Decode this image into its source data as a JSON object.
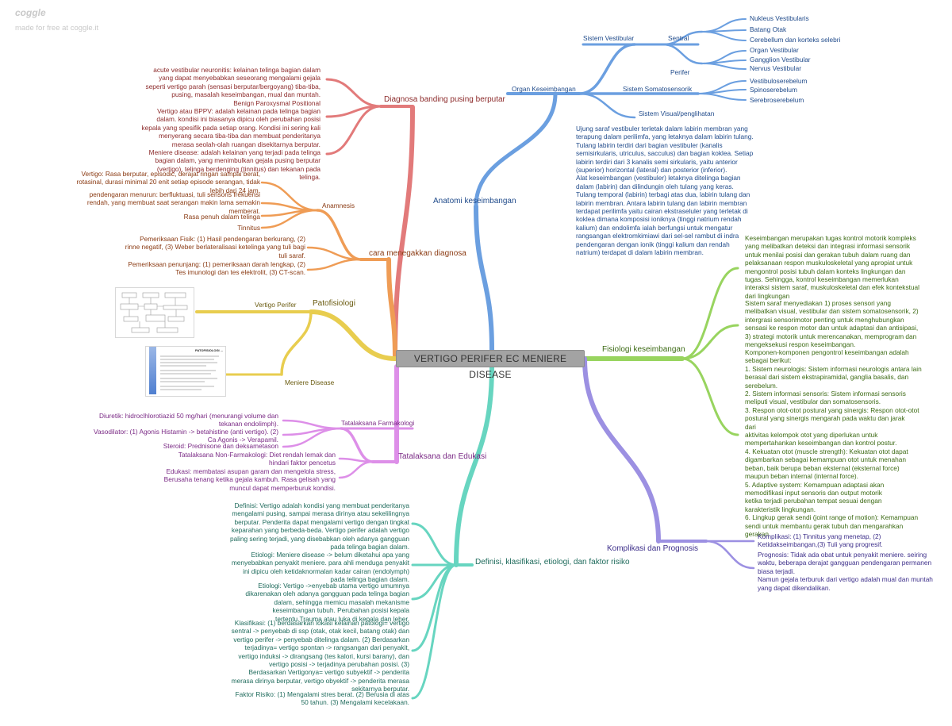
{
  "brand": {
    "name": "coggle",
    "tagline": "made for free at coggle.it"
  },
  "colors": {
    "red": "#e27a7a",
    "orange": "#ef9c55",
    "yellow": "#e8cd4f",
    "pink": "#dd8fe8",
    "teal": "#67d5c0",
    "blue": "#6b9fe0",
    "green": "#98d45f",
    "purple": "#9c90e2",
    "red_text": "#8c2a2a",
    "orange_text": "#8a3a12",
    "yellow_text": "#6a5b10",
    "pink_text": "#7a2a85",
    "teal_text": "#1f6b5c",
    "blue_text": "#1f4a8a",
    "green_text": "#3c6a14",
    "purple_text": "#3d2f8a"
  },
  "root": "VERTIGO PERIFER EC MENIERE DISEASE",
  "diagnosa": {
    "label": "Diagnosa banding pusing berputar",
    "text": "acute vestibular neuronitis: kelainan telinga bagian dalam\nyang dapat menyebabkan seseorang mengalami gejala\nseperti vertigo parah (sensasi berputar/bergoyang) tiba-tiba,\npusing, masalah keseimbangan, mual dan muntah.\nBenign Paroxysmal Positional\nVertigo atau BPPV: adalah kelainan pada telinga bagian\ndalam. kondisi ini biasanya dipicu oleh perubahan posisi\nkepala yang spesifik pada setiap orang. Kondisi ini sering kali\nmenyerang secara tiba-tiba dan membuat penderitanya\nmerasa seolah-olah ruangan disekitarnya berputar.\nMeniere disease: adalah kelainan yang terjadi pada telinga\nbagian dalam, yang menimbulkan gejala pusing berputar\n(vertigo), telinga berdenging (tinnitus) dan tekanan pada\ntelinga."
  },
  "cara": {
    "label": "cara menegakkan diagnosa",
    "anamnesis": {
      "label": "Anamnesis",
      "items": [
        "Vertigo: Rasa berputar, episodic, derajat ringan sampai berat,\nrotasinal, durasi minimal 20 enit setiap episode serangan, tidak\nlebih dari 24 jam.",
        "pendengaran menurun: berfluktuasi, tuli sensoris frekuensi\nrendah, yang membuat saat serangan makin lama semakin\nmemberat.",
        "Rasa penuh dalam telinga",
        "Tinnitus"
      ]
    },
    "fisik": "Pemeriksaan Fisik: (1) Hasil pendengaran berkurang, (2)\nrinne negatif, (3) Weber berlateralisasi ketelinga yang tuli bagi\ntuli saraf.",
    "penunjang": "Pemeriksaan penunjang: (1) pemeriksaan darah lengkap, (2)\nTes imunologi dan tes elektrolit, (3) CT-scan."
  },
  "pato": {
    "label": "Patofisiologi",
    "perifer": "Vertigo Perifer",
    "meniere": "Meniere Disease",
    "meniere_img_title": "PATOFISIOLOGI ..."
  },
  "tata": {
    "label": "Tatalaksana dan Edukasi",
    "farmakologi": {
      "label": "Tatalaksana Farmakologi",
      "items": [
        "Diuretik: hidroclhlorotiazid 50 mg/hari (menurangi volume dan\ntekanan endolimph).",
        "Vasodilator: (1) Agonis Histamin -> betahistine (anti vertigo). (2)\nCa Agonis -> Verapamil.",
        "Steroid: Prednisone dan deksametason"
      ]
    },
    "nonfarm": "Tatalaksana Non-Farmakologi: Diet rendah lemak dan\nhindari faktor pencetus",
    "edukasi": "Edukasi: membatasi asupan garam dan mengelola stress,\nBerusaha tenang ketika gejala kambuh. Rasa gelisah yang\nmuncul dapat memperburuk kondisi."
  },
  "definisi": {
    "label": "Definisi, klasifikasi, etiologi, dan faktor risiko",
    "items": [
      "Definisi: Vertigo adalah kondisi yang membuat penderitanya\nmengalami pusing, sampai merasa dirinya atau sekelilingnya\nberputar. Penderita dapat mengalami vertigo dengan tingkat\nkeparahan yang berbeda-beda. Vertigo perifer adalah vertigo\npaling sering terjadi, yang disebabkan oleh adanya gangguan\npada telinga bagian dalam.",
      "Etiologi: Meniere disease -> belum diketahui apa yang\nmenyebabkan penyakit meniere. para ahli menduga penyakit\nini dipicu oleh ketidaknormalan kadar cairan (endolymph)\npada telinga bagian dalam.",
      "Etiologi: Vertigo ->enyebab utama vertigo umumnya\ndikarenakan oleh adanya gangguan pada telinga bagian\ndalam, sehingga memicu masalah mekanisme\nkeseimbangan tubuh. Perubahan posisi kepala\ntertentu.Trauma atau luka di kepala dan leher.",
      "Klasifikasi: (1) berdasarkan lokasi kelainan patologi= vertigo\nsentral -> penyebab di ssp (otak, otak kecil, batang otak) dan\nvertigo perifer -> penyebab ditelinga dalam. (2) Berdasarkan\nterjadinya= vertigo spontan -> rangsangan dari penyakit,\nvertigo induksi -> dirangsang (tes kalori, kursi barany), dan\nvertigo posisi -> terjadinya perubahan posisi. (3)\nBerdasarkan Vertigonya= vertigo subyektif -> penderita\nmerasa dirinya berputar, vertigo obyektif -> penderita merasa\nsekitarnya berputar.",
      "Faktor Risiko: (1) Mengalami stres berat. (2) Berusia di atas\n50 tahun. (3) Mengalami kecelakaan."
    ]
  },
  "anatomi": {
    "label": "Anatomi keseimbangan",
    "organ": "Organ Keseimbangan",
    "vestibular": "Sistem Vestibular",
    "sentral": "Sentral",
    "perifer": "Perifer",
    "sentral_items": [
      "Nukleus Vestibularis",
      "Batang Otak",
      "Cerebellum dan korteks selebri"
    ],
    "perifer_items": [
      "Organ Vestibular",
      "Gangglion Vestibular",
      "Nervus Vestibular"
    ],
    "somato": "Sistem Somatosensorik",
    "somato_items": [
      "Vestibuloserebelum",
      "Spinoserebelum",
      "Serebroserebelum"
    ],
    "visual": "Sistem Visual/penglihatan",
    "text": "Ujung saraf vestibuler terletak dalam labirin membran yang\nterapung dalam perilimfa, yang letaknya dalam labirin tulang.\nTulang labirin terdiri dari bagian vestibuler (kanalis\nsemisirkularis, utriculus, sacculus) dan bagian koklea. Setiap\nlabirin terdiri dari 3 kanalis semi sirkularis, yaitu anterior\n(superior) horizontal (lateral) dan posterior (inferior).\nAlat keseimbangan (vestibuler) letaknya ditelinga bagian\ndalam (labirin) dan dilindungin oleh tulang yang keras.\nTulang temporal (labirin) terbagi atas dua, labirin tulang dan\nlabirin membran. Antara labirin tulang dan labirin membran\nterdapat perilimfa yaitu cairan ekstraseluler yang terletak di\nkoklea dimana komposisi ioniknya (tinggi natrium rendah\nkalium) dan endolimfa ialah berfungsi untuk mengatur\nrangsangan elektromkimiawi dari sel-sel rambut di indra\npendengaran dengan ionik (tinggi kalium dan rendah\nnatrium) terdapat di dalam labirin membran."
  },
  "fisiologi": {
    "label": "Fisiologi keseimbangan",
    "items": [
      "Keseimbangan merupakan tugas kontrol motorik kompleks\nyang melibatkan deteksi dan integrasi informasi sensorik\nuntuk menilai posisi dan gerakan tubuh dalam ruang dan\npelaksanaan respon muskuloskeletal yang apropiat untuk\nmengontrol posisi tubuh dalam konteks lingkungan dan\ntugas. Sehingga, kontrol keseimbangan memerlukan\ninteraksi sistem saraf, muskuloskeletal dan efek kontekstual\ndari lingkungan",
      "Sistem saraf menyediakan 1) proses sensori yang\nmelibatkan visual, vestibular dan sistem somatosensorik, 2)\nintergrasi sensorimotor penting untuk menghubungkan\nsensasi ke respon motor dan untuk adaptasi dan antisipasi,\n3) strategi motorik untuk merencanakan, memprogram dan\nmengeksekusi respon keseimbangan.",
      "Komponen-komponen pengontrol keseimbangan adalah\nsebagai berikut:\n1.  Sistem neurologis: Sistem informasi neurologis antara lain\n     berasal dari sistem ekstrapiramidal, ganglia basalis, dan\n     serebelum.\n2.  Sistem informasi sensoris: Sistem informasi sensoris\n     meliputi visual, vestibular dan somatosensoris.\n3.  Respon otot-otot postural yang sinergis: Respon otot-otot\n     postural yang sinergis mengarah pada waktu dan jarak\n     dari\n     aktivitas kelompok otot yang diperlukan untuk\n     mempertahankan keseimbangan dan kontrol postur.\n4.  Kekuatan otot (muscle strength): Kekuatan otot dapat\n     digambarkan sebagai kemampuan otot untuk menahan\n     beban, baik berupa beban eksternal (eksternal force)\n     maupun beban internal (internal force).\n5.  Adaptive system: Kemampuan adaptasi akan\n     memodifikasi input sensoris dan output motorik\n     ketika terjadi perubahan tempat sesuai dengan\n     karakteristik lingkungan.\n6.  Lingkup gerak sendi (joint range of motion): Kemampuan\n     sendi untuk membantu gerak tubuh dan mengarahkan\n     gerakan"
    ]
  },
  "komplikasi": {
    "label": "Komplikasi dan Prognosis",
    "items": [
      "Komplikasi: (1) Tinnitus yang menetap, (2)\nKetidakseimbangan,(3) Tuli yang progresif.",
      "Prognosis: Tidak ada obat untuk penyakit meniere. seiring\nwaktu, beberapa derajat gangguan pendengaran permanen\nbiasa terjadi.\nNamun gejala terburuk dari vertigo adalah mual dan muntah\nyang dapat dikendalikan."
    ]
  }
}
